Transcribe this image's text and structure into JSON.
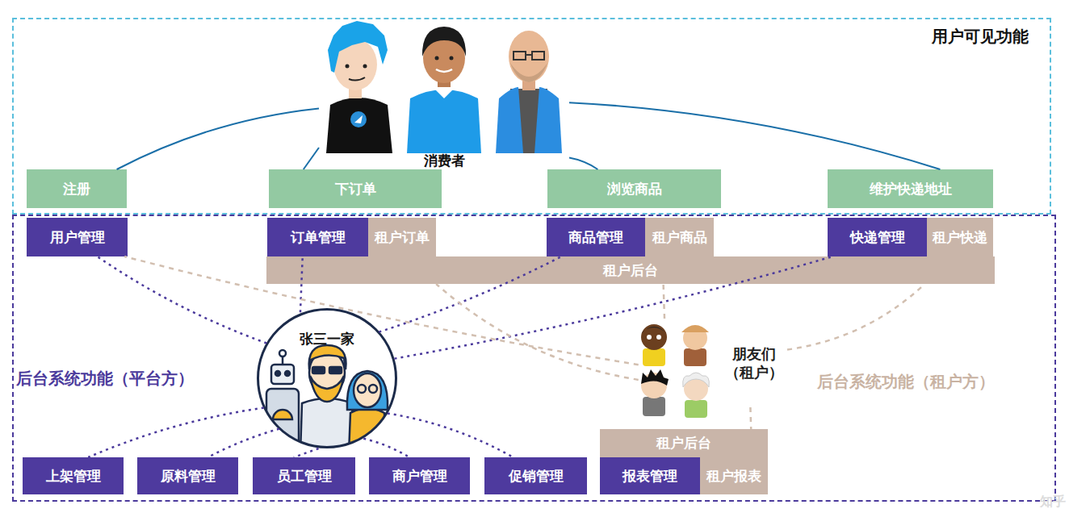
{
  "diagram": {
    "nodes": [
      {
        "text": [
          "用户可见功能"
        ]
      },
      {
        "text": [
          "消费者"
        ],
        "in": 0
      },
      {
        "text": [
          "注册"
        ],
        "in": 0
      },
      {
        "text": [
          "下订单"
        ],
        "in": 0
      },
      {
        "text": [
          "浏览商品"
        ],
        "in": 0
      },
      {
        "text": [
          "维护快递地址"
        ],
        "in": 0
      },
      {
        "text": [
          "后台系统功能（平台方）",
          "后台系统功能（租户方）"
        ]
      },
      {
        "text": [
          "用户管理"
        ],
        "in": 6
      },
      {
        "text": [
          "订单管理"
        ],
        "in": 6
      },
      {
        "text": [
          "租户订单"
        ],
        "in": 6
      },
      {
        "text": [
          "商品管理"
        ],
        "in": 6
      },
      {
        "text": [
          "租户商品"
        ],
        "in": 6
      },
      {
        "text": [
          "快递管理"
        ],
        "in": 6
      },
      {
        "text": [
          "租户快递"
        ],
        "in": 6
      },
      {
        "text": [
          "租户后台"
        ],
        "in": 6
      },
      {
        "text": [
          "张三一家"
        ],
        "in": 6
      },
      {
        "text": [
          "朋友们 （租户）"
        ],
        "in": 6
      },
      {
        "text": [
          "租户后台"
        ],
        "in": 6
      },
      {
        "text": [
          "上架管理"
        ],
        "in": 6
      },
      {
        "text": [
          "原料管理"
        ],
        "in": 6
      },
      {
        "text": [
          "员工管理"
        ],
        "in": 6
      },
      {
        "text": [
          "商户管理"
        ],
        "in": 6
      },
      {
        "text": [
          "促销管理"
        ],
        "in": 6
      },
      {
        "text": [
          "报表管理"
        ],
        "in": 6
      },
      {
        "text": [
          "租户报表"
        ],
        "in": 6
      }
    ],
    "edges": [
      {
        "from": 1,
        "to": 2,
        "arrow": "none"
      },
      {
        "from": 1,
        "to": 3,
        "arrow": "none"
      },
      {
        "from": 1,
        "to": 4,
        "arrow": "none"
      },
      {
        "from": 1,
        "to": 5,
        "arrow": "none"
      },
      {
        "from": 15,
        "to": 7,
        "arrow": "none"
      },
      {
        "from": 15,
        "to": 8,
        "arrow": "none"
      },
      {
        "from": 15,
        "to": 10,
        "arrow": "none"
      },
      {
        "from": 15,
        "to": 12,
        "arrow": "none"
      },
      {
        "from": 15,
        "to": 18,
        "arrow": "none"
      },
      {
        "from": 15,
        "to": 19,
        "arrow": "none"
      },
      {
        "from": 15,
        "to": 20,
        "arrow": "none"
      },
      {
        "from": 15,
        "to": 21,
        "arrow": "none"
      },
      {
        "from": 15,
        "to": 22,
        "arrow": "none"
      },
      {
        "from": 16,
        "to": 7,
        "arrow": "none"
      },
      {
        "from": 16,
        "to": 14,
        "arrow": "none"
      },
      {
        "from": 16,
        "to": 14,
        "arrow": "none"
      },
      {
        "from": 16,
        "to": 14,
        "arrow": "none"
      },
      {
        "from": 16,
        "to": 17,
        "arrow": "none"
      }
    ],
    "labels": [
      "知乎"
    ]
  }
}
